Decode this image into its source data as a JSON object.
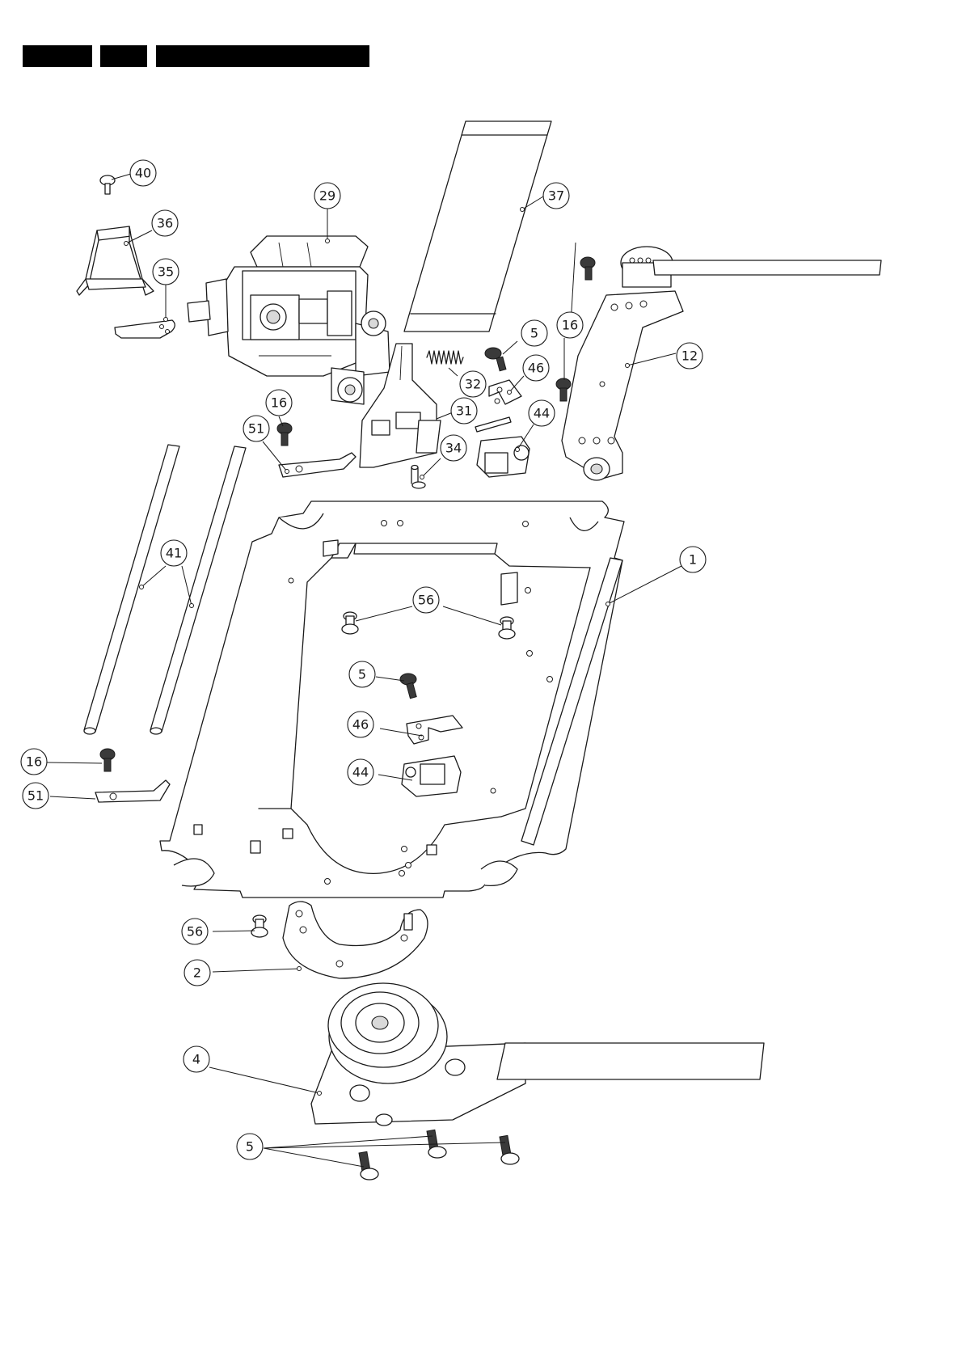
{
  "header": {
    "blocks": [
      {
        "text": ""
      },
      {
        "text": ""
      },
      {
        "text": ""
      }
    ]
  },
  "callouts": [
    {
      "id": "c40",
      "label": "40"
    },
    {
      "id": "c29",
      "label": "29"
    },
    {
      "id": "c37",
      "label": "37"
    },
    {
      "id": "c36",
      "label": "36"
    },
    {
      "id": "c35",
      "label": "35"
    },
    {
      "id": "c16a",
      "label": "16"
    },
    {
      "id": "c5a",
      "label": "5"
    },
    {
      "id": "c12",
      "label": "12"
    },
    {
      "id": "c46a",
      "label": "46"
    },
    {
      "id": "c32",
      "label": "32"
    },
    {
      "id": "c16b",
      "label": "16"
    },
    {
      "id": "c31",
      "label": "31"
    },
    {
      "id": "c44a",
      "label": "44"
    },
    {
      "id": "c51a",
      "label": "51"
    },
    {
      "id": "c34",
      "label": "34"
    },
    {
      "id": "c41",
      "label": "41"
    },
    {
      "id": "c1",
      "label": "1"
    },
    {
      "id": "c56a",
      "label": "56"
    },
    {
      "id": "c5b",
      "label": "5"
    },
    {
      "id": "c46b",
      "label": "46"
    },
    {
      "id": "c44b",
      "label": "44"
    },
    {
      "id": "c16c",
      "label": "16"
    },
    {
      "id": "c51b",
      "label": "51"
    },
    {
      "id": "c56b",
      "label": "56"
    },
    {
      "id": "c2",
      "label": "2"
    },
    {
      "id": "c4",
      "label": "4"
    },
    {
      "id": "c5c",
      "label": "5"
    }
  ]
}
